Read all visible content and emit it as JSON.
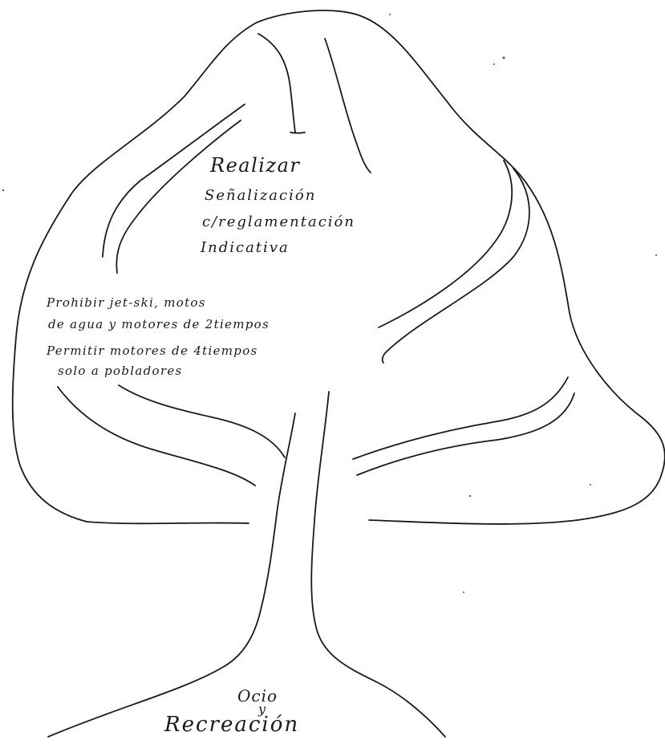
{
  "crown": {
    "title": "Realizar",
    "lines": [
      "Señalización",
      "c/reglamentación",
      "Indicativa"
    ]
  },
  "notes": {
    "lines": [
      "Prohibir jet-ski, motos",
      "de agua y motores de 2tiempos",
      "Permitir motores de 4tiempos",
      "solo a pobladores"
    ]
  },
  "roots": {
    "line1": "Ocio",
    "line2": "y",
    "line3": "Recreación"
  }
}
